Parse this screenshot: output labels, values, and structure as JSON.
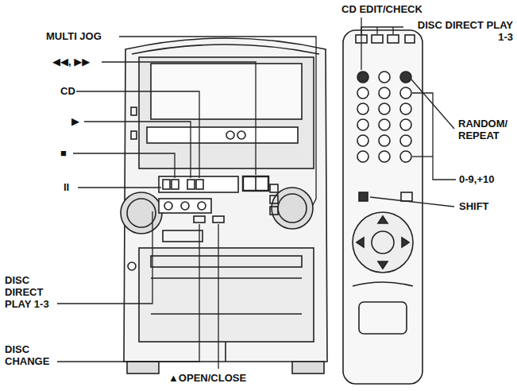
{
  "diagram": {
    "labels": [
      "CD EDIT/CHECK",
      "DISC DIRECT PLAY 1-3",
      "MULTI JOG",
      "◀◀, ▶▶",
      "CD",
      "▶",
      "■",
      "II",
      "RANDOM/ REPEAT",
      "0-9,+10",
      "SHIFT",
      "DISC DIRECT PLAY 1-3",
      "DISC CHANGE",
      "▲OPEN/CLOSE"
    ]
  }
}
